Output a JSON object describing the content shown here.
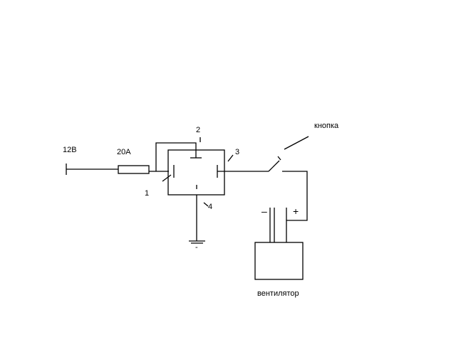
{
  "labels": {
    "voltage": "12В",
    "fuse": "20А",
    "pin1": "1",
    "pin2": "2",
    "pin3": "3",
    "pin4": "4",
    "button": "кнопка",
    "minus": "–",
    "plus": "+",
    "ground_sign": "-",
    "fan": "вентилятор"
  }
}
